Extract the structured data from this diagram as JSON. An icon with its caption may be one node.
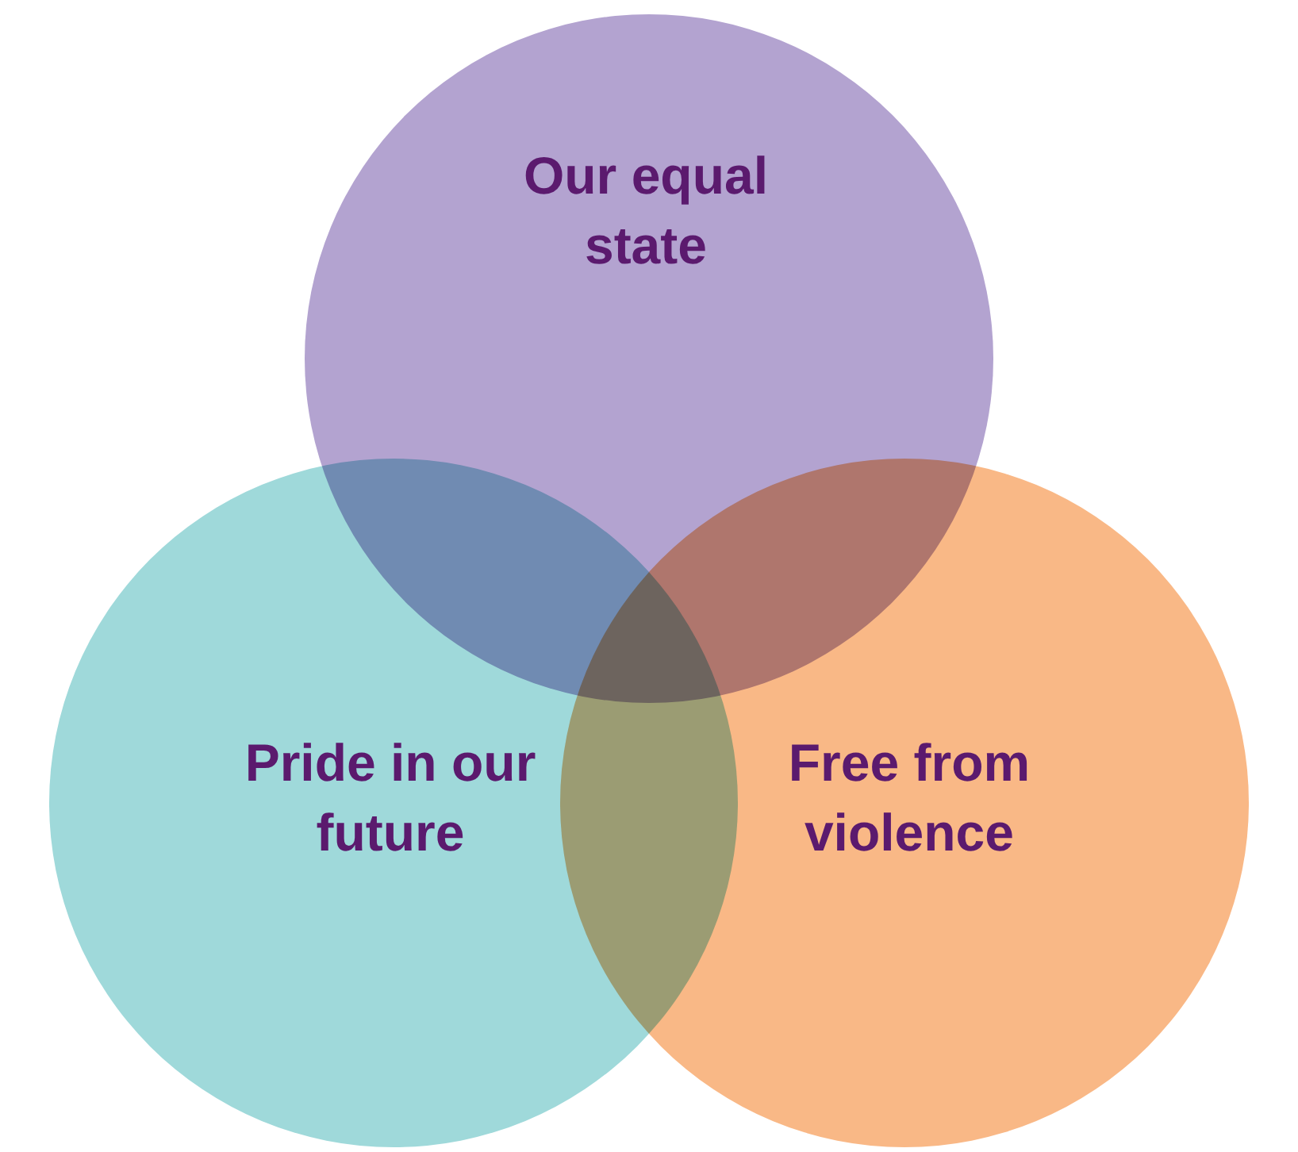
{
  "diagram": {
    "nodes": [
      {
        "text": [
          "Our equal state"
        ]
      },
      {
        "text": [
          "Pride in our future"
        ]
      },
      {
        "text": [
          "Free from violence"
        ]
      }
    ],
    "edges": []
  }
}
